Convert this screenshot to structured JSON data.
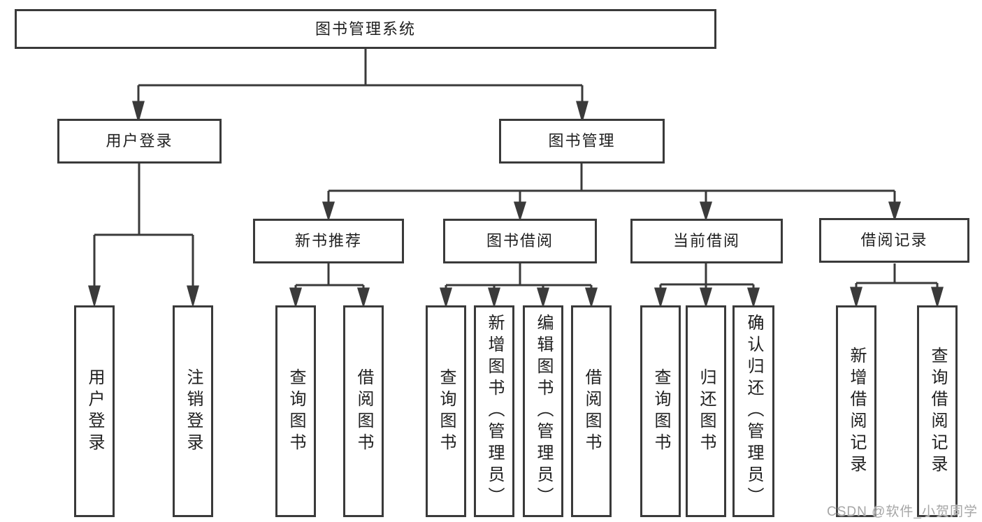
{
  "diagram": {
    "watermark": {
      "text": "CSDN @软件_小贺同学"
    },
    "colors": {
      "line": "#3a3a3a",
      "text": "#1f1f1f",
      "watermark": "#a6a6a6",
      "background": "#ffffff"
    },
    "tree": {
      "label": "图书管理系统",
      "children": [
        {
          "label": "用户登录",
          "children": [
            {
              "label": "用户登录"
            },
            {
              "label": "注销登录"
            }
          ]
        },
        {
          "label": "图书管理",
          "children": [
            {
              "label": "新书推荐",
              "children": [
                {
                  "label": "查询图书"
                },
                {
                  "label": "借阅图书"
                }
              ]
            },
            {
              "label": "图书借阅",
              "children": [
                {
                  "label": "查询图书"
                },
                {
                  "label": "新增图书（管理员）"
                },
                {
                  "label": "编辑图书（管理员）"
                },
                {
                  "label": "借阅图书"
                }
              ]
            },
            {
              "label": "当前借阅",
              "children": [
                {
                  "label": "查询图书"
                },
                {
                  "label": "归还图书"
                },
                {
                  "label": "确认归还（管理员）"
                }
              ]
            },
            {
              "label": "借阅记录",
              "children": [
                {
                  "label": "新增借阅记录"
                },
                {
                  "label": "查询借阅记录"
                }
              ]
            }
          ]
        }
      ]
    }
  }
}
